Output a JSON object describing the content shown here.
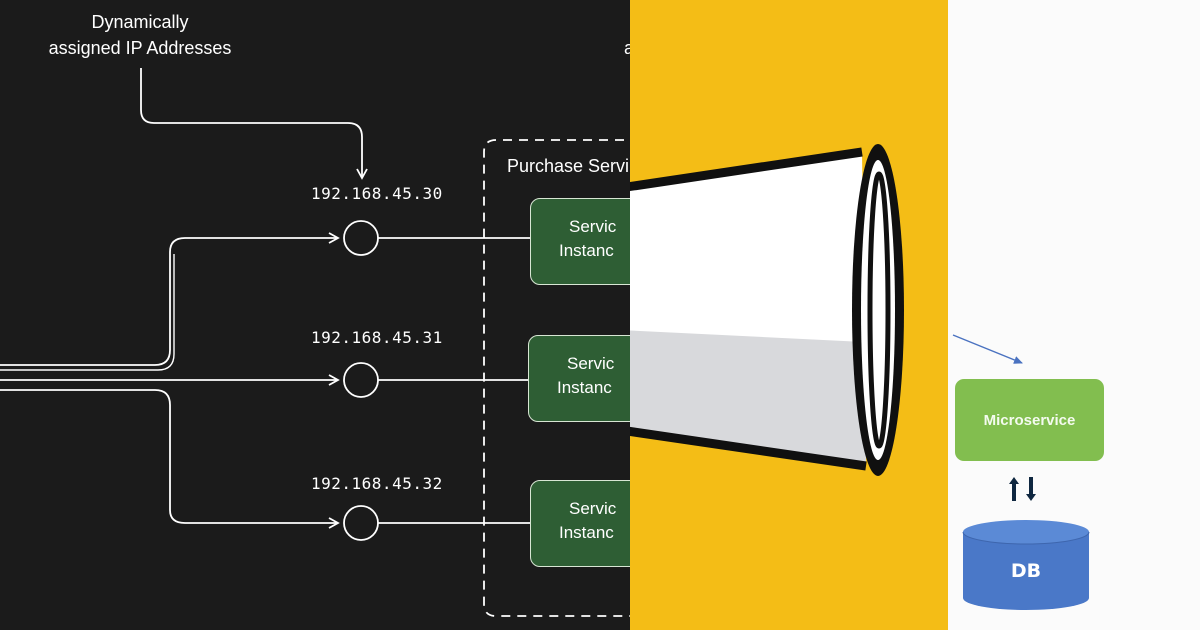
{
  "network": {
    "caption_line1": "Dynamically",
    "caption_line2": "assigned IP Addresses",
    "clipped_caption_fragment": "a",
    "group_title": "Purchase Servi",
    "ip_addresses": [
      "192.168.45.30",
      "192.168.45.31",
      "192.168.45.32"
    ],
    "service_label_line1": "Servic",
    "service_label_line2": "Instanc"
  },
  "microservice_panel": {
    "service_label": "Microservice",
    "database_label": "DB",
    "exchange_icon": "up-down-arrows-icon"
  },
  "colors": {
    "left_background": "#1b1b1b",
    "service_fill": "#2e5e34",
    "middle_background": "#f4bd16",
    "microservice_fill": "#82be4f",
    "db_fill": "#4a78c8"
  }
}
